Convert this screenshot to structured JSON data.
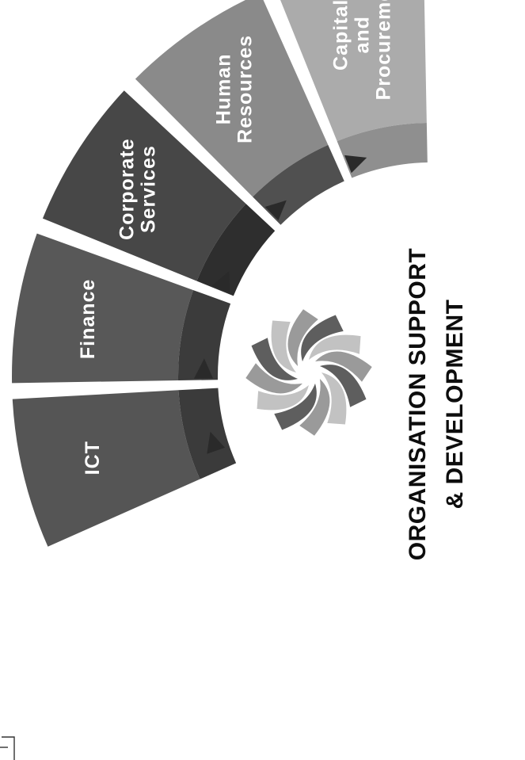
{
  "diagram": {
    "title_line1": "ORGANISATION SUPPORT",
    "title_line2": "& DEVELOPMENT",
    "segments": [
      {
        "id": "ict",
        "lines": [
          "ICT"
        ],
        "color": "#555555",
        "inner_color": "#3b3b3b"
      },
      {
        "id": "finance",
        "lines": [
          "Finance"
        ],
        "color": "#585858",
        "inner_color": "#3b3b3b"
      },
      {
        "id": "corporate-services",
        "lines": [
          "Corporate",
          "Services"
        ],
        "color": "#474747",
        "inner_color": "#2e2e2e"
      },
      {
        "id": "human-resources",
        "lines": [
          "Human",
          "Resources"
        ],
        "color": "#8a8a8a",
        "inner_color": "#505050"
      },
      {
        "id": "capital-and-procurement",
        "lines": [
          "Capital",
          "and",
          "Procurement"
        ],
        "color": "#ababab",
        "inner_color": "#8f8f8f"
      }
    ],
    "center_icon": "swirl-logo-icon",
    "colors": {
      "background": "#ffffff",
      "title": "#0d0d0d",
      "label": "#ffffff",
      "arrow": "#2a2a2a",
      "swirl_light": "#c2c2c2",
      "swirl_mid": "#9a9a9a",
      "swirl_dark": "#5e5e5e"
    }
  }
}
